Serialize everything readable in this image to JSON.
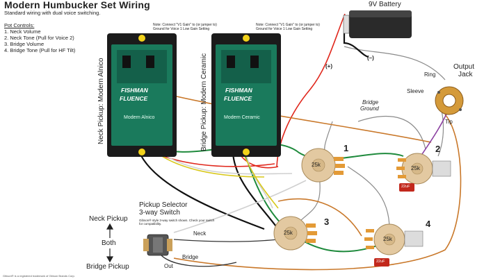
{
  "header": {
    "title": "Modern Humbucker Set Wiring",
    "subtitle": "Standard wiring with dual voice switching."
  },
  "pot_controls": {
    "heading": "Pot Controls:",
    "items": [
      "1. Neck Volume",
      "2. Neck Tone (Pull for Voice 2)",
      "3. Bridge Volume",
      "4. Bridge Tone (Pull for HF Tilt)"
    ]
  },
  "notes": {
    "neck": "Note: Connect \"V1 Gain\" to (or jumper to) Ground for Voice 1 Low Gain Setting",
    "bridge": "Note: Connect \"V1 Gain\" to (or jumper to) Ground for Voice 1 Low Gain Setting"
  },
  "pickups": {
    "neck": {
      "label": "Neck Pickup:  Modern Alnico",
      "name": "Modern Alnico",
      "brand_top": "FISHMAN",
      "brand_bottom": "FLUENCE"
    },
    "bridge": {
      "label": "Bridge Pickup:  Modern Ceramic",
      "name": "Modern Ceramic",
      "brand_top": "FISHMAN",
      "brand_bottom": "FLUENCE"
    }
  },
  "battery": {
    "label": "9V Battery",
    "plus": "(+)",
    "minus": "(–)"
  },
  "jack": {
    "label_line1": "Output",
    "label_line2": "Jack",
    "ring": "Ring",
    "sleeve": "Sleeve",
    "tip": "Tip"
  },
  "bridge_ground": {
    "line1": "Bridge",
    "line2": "Ground"
  },
  "pots": [
    {
      "number": "1",
      "value": "25k"
    },
    {
      "number": "2",
      "value": "25k",
      "cap": "22uF"
    },
    {
      "number": "3",
      "value": "25k"
    },
    {
      "number": "4",
      "value": "25k",
      "cap": "22uF"
    }
  ],
  "switch": {
    "title_line1": "Pickup Selector",
    "title_line2": "3-way Switch",
    "note": "Gibson® style 3-way switch shown. Check your switch for compatibility.",
    "positions": [
      "Neck Pickup",
      "Both",
      "Bridge Pickup"
    ],
    "wire_labels": {
      "neck": "Neck",
      "bridge": "Bridge",
      "out": "Out"
    }
  },
  "footer": "Gibson® is a registered trademark of Gibson Brands Corp.",
  "colors": {
    "pickup_green": "#1a7a5c",
    "pickup_black": "#1b1b1b",
    "pot_body": "#e3c9a1",
    "pot_lug": "#e39a36",
    "cap_red": "#c2281c",
    "wire_red": "#e0271c",
    "wire_green": "#1e8a3c",
    "wire_white": "#d8d8d8",
    "wire_yellow": "#d8c81a",
    "wire_orange": "#c9782a",
    "wire_purple": "#8a3fa0",
    "wire_black": "#111111",
    "wire_ground": "#8a8a8a"
  }
}
